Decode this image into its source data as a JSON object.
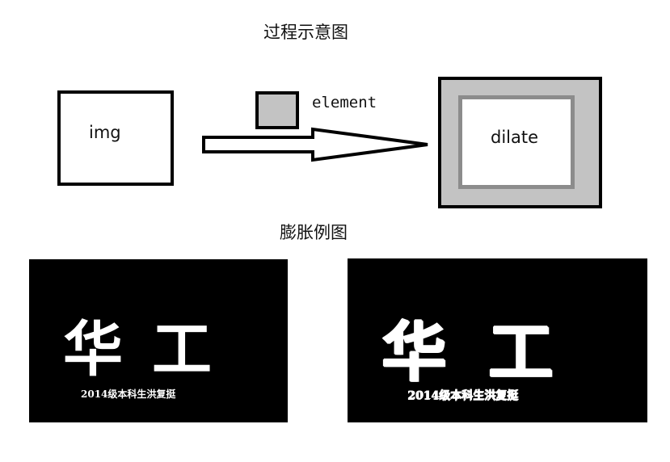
{
  "diagram": {
    "title": "过程示意图",
    "img_label": "img",
    "element_label": "element",
    "dilate_label": "dilate"
  },
  "example": {
    "title": "膨胀例图",
    "left_panel": {
      "big_text": "华工",
      "small_text": "2014级本科生洪复挺"
    },
    "right_panel": {
      "big_text": "华工",
      "small_text": "2014级本科生洪复挺"
    }
  },
  "colors": {
    "box_border": "#000000",
    "element_fill": "#c3c3c3",
    "dilate_fill": "#c3c3c3",
    "dilate_inner_border": "#8c8c8c",
    "panel_bg": "#000000",
    "panel_text": "#ffffff"
  }
}
